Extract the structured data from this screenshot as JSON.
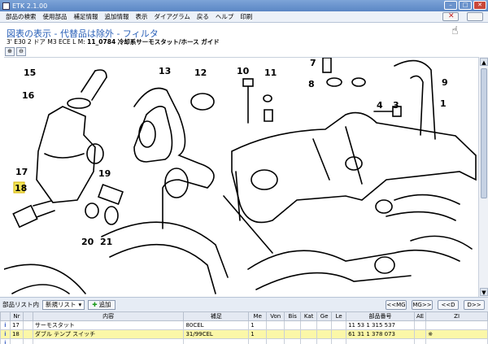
{
  "window": {
    "title": "ETK 2.1.00"
  },
  "menu": [
    "部品の検索",
    "使用部品",
    "補足情報",
    "追加情報",
    "表示",
    "ダイアグラム",
    "戻る",
    "ヘルプ",
    "印刷"
  ],
  "header": {
    "title": "図表の表示 - 代替品は除外 - フィルタ",
    "subtitle_model": "3' E30 2 ドア M3 ECE  L M:",
    "subtitle_group": "11_0784 冷却系サーモスタット/ホース ガイド"
  },
  "diagram": {
    "callouts": [
      "15",
      "16",
      "17",
      "18",
      "19",
      "20",
      "21",
      "13",
      "12",
      "10",
      "11",
      "7",
      "8",
      "9",
      "4",
      "3",
      "1"
    ],
    "highlighted_callout": "18"
  },
  "toolbar": {
    "parts_list_label": "部品リスト内",
    "list_dropdown_value": "新規リスト",
    "add_button": "追加",
    "nav": [
      "<<MG",
      "MG>>",
      "<<D",
      "D>>"
    ]
  },
  "table": {
    "headers": [
      "",
      "Nr",
      "",
      "内容",
      "補足",
      "Me",
      "Von",
      "Bis",
      "Kat",
      "Ge",
      "Le",
      "部品番号",
      "AE",
      "ZI"
    ],
    "rows": [
      {
        "info": "i",
        "nr": "17",
        "desc": "サーモスタット",
        "note": "80CEL",
        "me": "1",
        "part": "11 53 1 315 537",
        "ae": "",
        "zi": ""
      },
      {
        "info": "i",
        "nr": "18",
        "desc": "ダブル テンプ スイッチ",
        "note": "31/99CEL",
        "me": "1",
        "part": "61 31 1 378 073",
        "ae": "",
        "zi": "※"
      },
      {
        "info": "i",
        "nr": "",
        "desc": "",
        "note": "",
        "me": "",
        "part": "",
        "ae": "",
        "zi": ""
      }
    ]
  }
}
